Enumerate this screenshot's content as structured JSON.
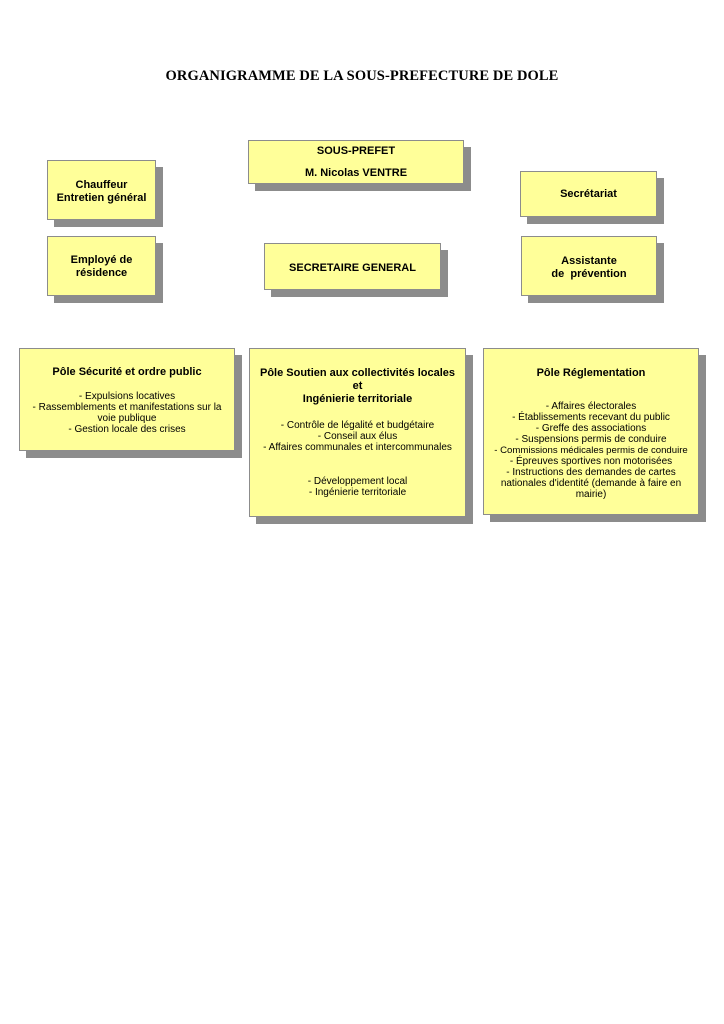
{
  "title": "ORGANIGRAMME DE LA SOUS-PREFECTURE DE DOLE",
  "sous_prefet": {
    "role": "SOUS-PREFET",
    "name": "M. Nicolas VENTRE"
  },
  "chauffeur": {
    "line1": "Chauffeur",
    "line2": "Entretien général"
  },
  "secretariat": {
    "label": "Secrétariat"
  },
  "employe": {
    "line1": "Employé de",
    "line2": "résidence"
  },
  "secretaire_general": {
    "label": "SECRETAIRE GENERAL"
  },
  "assistante": {
    "line1": "Assistante",
    "line2": "de  prévention"
  },
  "pole_securite": {
    "title": "Pôle Sécurité et ordre public",
    "items": [
      "- Expulsions locatives",
      "- Rassemblements et manifestations sur la voie publique",
      "- Gestion locale des crises"
    ]
  },
  "pole_soutien": {
    "title_line1": "Pôle Soutien aux collectivités locales",
    "title_line2": "et",
    "title_line3": "Ingénierie territoriale",
    "items_a": [
      "- Contrôle de légalité et budgétaire",
      "- Conseil aux élus",
      "- Affaires communales et intercommunales"
    ],
    "items_b": [
      "- Développement local",
      "- Ingénierie territoriale"
    ]
  },
  "pole_reglementation": {
    "title": "Pôle Réglementation",
    "items": [
      "- Affaires électorales",
      "- Établissements recevant du public",
      "- Greffe des associations",
      "- Suspensions permis de conduire",
      "- Commissions médicales permis de conduire",
      "- Épreuves sportives non motorisées",
      "- Instructions des demandes de cartes nationales d'identité (demande à faire en mairie)"
    ]
  }
}
